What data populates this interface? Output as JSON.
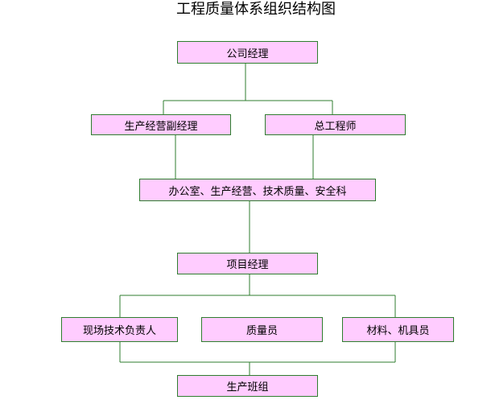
{
  "title": "工程质量体系组织结构图",
  "nodes": {
    "company_manager": "公司经理",
    "production_deputy": "生产经营副经理",
    "chief_engineer": "总工程师",
    "office_departments": "办公室、生产经营、技术质量、安全科",
    "project_manager": "项目经理",
    "site_tech_lead": "现场技术负责人",
    "quality_inspector": "质量员",
    "materials_equipment": "材料、机具员",
    "production_team": "生产班组"
  },
  "colors": {
    "box_fill": "#ffccff",
    "line": "#2f7d2f"
  }
}
